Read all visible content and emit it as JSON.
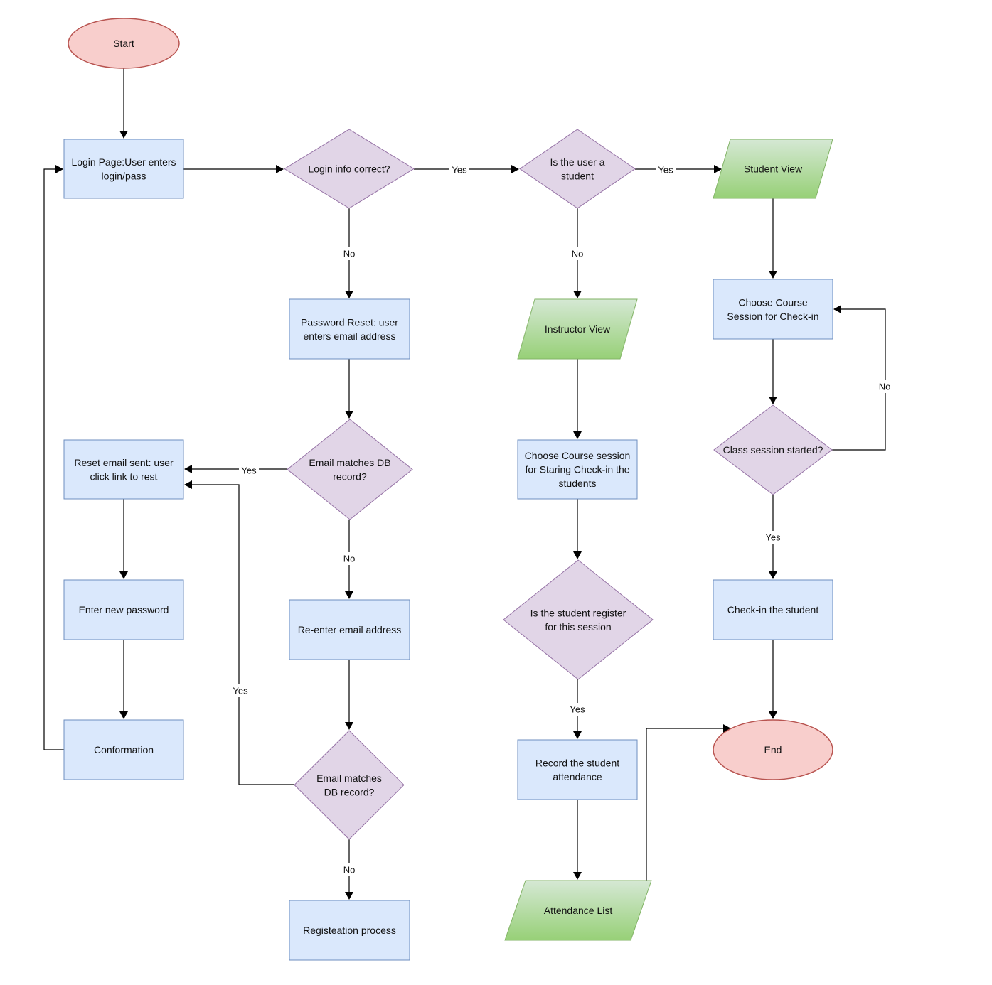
{
  "colors": {
    "process_fill": "#dae8fc",
    "process_stroke": "#6c8ebf",
    "decision_fill": "#e1d5e7",
    "decision_stroke": "#9673a6",
    "terminal_fill": "#f8cecc",
    "terminal_stroke": "#b85450",
    "io_fill_top": "#d5e8d4",
    "io_fill_bottom": "#97d077",
    "io_stroke": "#82b366",
    "edge": "#000000"
  },
  "nodes": [
    {
      "id": "start",
      "shape": "terminal",
      "lines": [
        "Start"
      ]
    },
    {
      "id": "login",
      "shape": "process",
      "lines": [
        "Login Page:User enters",
        "login/pass"
      ]
    },
    {
      "id": "login_ok",
      "shape": "decision",
      "lines": [
        "Login info correct?"
      ]
    },
    {
      "id": "is_student",
      "shape": "decision",
      "lines": [
        "Is the user a",
        "student"
      ]
    },
    {
      "id": "student_view",
      "shape": "io",
      "lines": [
        "Student View"
      ]
    },
    {
      "id": "pw_reset",
      "shape": "process",
      "lines": [
        "Password Reset: user",
        "enters email address"
      ]
    },
    {
      "id": "instructor_view",
      "shape": "io",
      "lines": [
        "Instructor View"
      ]
    },
    {
      "id": "choose_checkin",
      "shape": "process",
      "lines": [
        "Choose Course",
        "Session for Check-in"
      ]
    },
    {
      "id": "email_match1",
      "shape": "decision",
      "lines": [
        "Email matches DB",
        "record?"
      ]
    },
    {
      "id": "reset_sent",
      "shape": "process",
      "lines": [
        "Reset email sent: user",
        "click link to rest"
      ]
    },
    {
      "id": "choose_start",
      "shape": "process",
      "lines": [
        "Choose Course session",
        "for Staring Check-in the",
        "students"
      ]
    },
    {
      "id": "class_started",
      "shape": "decision",
      "lines": [
        "Class session started?"
      ]
    },
    {
      "id": "enter_new_pw",
      "shape": "process",
      "lines": [
        "Enter new password"
      ]
    },
    {
      "id": "reenter_email",
      "shape": "process",
      "lines": [
        "Re-enter email address"
      ]
    },
    {
      "id": "is_registered",
      "shape": "decision",
      "lines": [
        "Is the student register",
        "for this session"
      ]
    },
    {
      "id": "checkin_student",
      "shape": "process",
      "lines": [
        "Check-in the student"
      ]
    },
    {
      "id": "confirmation",
      "shape": "process",
      "lines": [
        "Conformation"
      ]
    },
    {
      "id": "end",
      "shape": "terminal",
      "lines": [
        "End"
      ]
    },
    {
      "id": "record_attendance",
      "shape": "process",
      "lines": [
        "Record the student",
        "attendance"
      ]
    },
    {
      "id": "email_match2",
      "shape": "decision",
      "lines": [
        "Email matches",
        "DB record?"
      ]
    },
    {
      "id": "attendance_list",
      "shape": "io",
      "lines": [
        "Attendance List"
      ]
    },
    {
      "id": "registration",
      "shape": "process",
      "lines": [
        "Registeation process"
      ]
    }
  ],
  "edges": [
    {
      "from": "start",
      "to": "login",
      "label": ""
    },
    {
      "from": "login",
      "to": "login_ok",
      "label": ""
    },
    {
      "from": "login_ok",
      "to": "is_student",
      "label": "Yes"
    },
    {
      "from": "login_ok",
      "to": "pw_reset",
      "label": "No"
    },
    {
      "from": "is_student",
      "to": "student_view",
      "label": "Yes"
    },
    {
      "from": "is_student",
      "to": "instructor_view",
      "label": "No"
    },
    {
      "from": "student_view",
      "to": "choose_checkin",
      "label": ""
    },
    {
      "from": "choose_checkin",
      "to": "class_started",
      "label": ""
    },
    {
      "from": "class_started",
      "to": "choose_checkin",
      "label": "No"
    },
    {
      "from": "class_started",
      "to": "checkin_student",
      "label": "Yes"
    },
    {
      "from": "checkin_student",
      "to": "end",
      "label": ""
    },
    {
      "from": "instructor_view",
      "to": "choose_start",
      "label": ""
    },
    {
      "from": "choose_start",
      "to": "is_registered",
      "label": ""
    },
    {
      "from": "is_registered",
      "to": "record_attendance",
      "label": "Yes"
    },
    {
      "from": "record_attendance",
      "to": "attendance_list",
      "label": ""
    },
    {
      "from": "attendance_list",
      "to": "end",
      "label": ""
    },
    {
      "from": "pw_reset",
      "to": "email_match1",
      "label": ""
    },
    {
      "from": "email_match1",
      "to": "reset_sent",
      "label": "Yes"
    },
    {
      "from": "email_match1",
      "to": "reenter_email",
      "label": "No"
    },
    {
      "from": "reenter_email",
      "to": "email_match2",
      "label": ""
    },
    {
      "from": "email_match2",
      "to": "reset_sent",
      "label": "Yes"
    },
    {
      "from": "email_match2",
      "to": "registration",
      "label": "No"
    },
    {
      "from": "reset_sent",
      "to": "enter_new_pw",
      "label": ""
    },
    {
      "from": "enter_new_pw",
      "to": "confirmation",
      "label": ""
    },
    {
      "from": "confirmation",
      "to": "login",
      "label": ""
    }
  ]
}
